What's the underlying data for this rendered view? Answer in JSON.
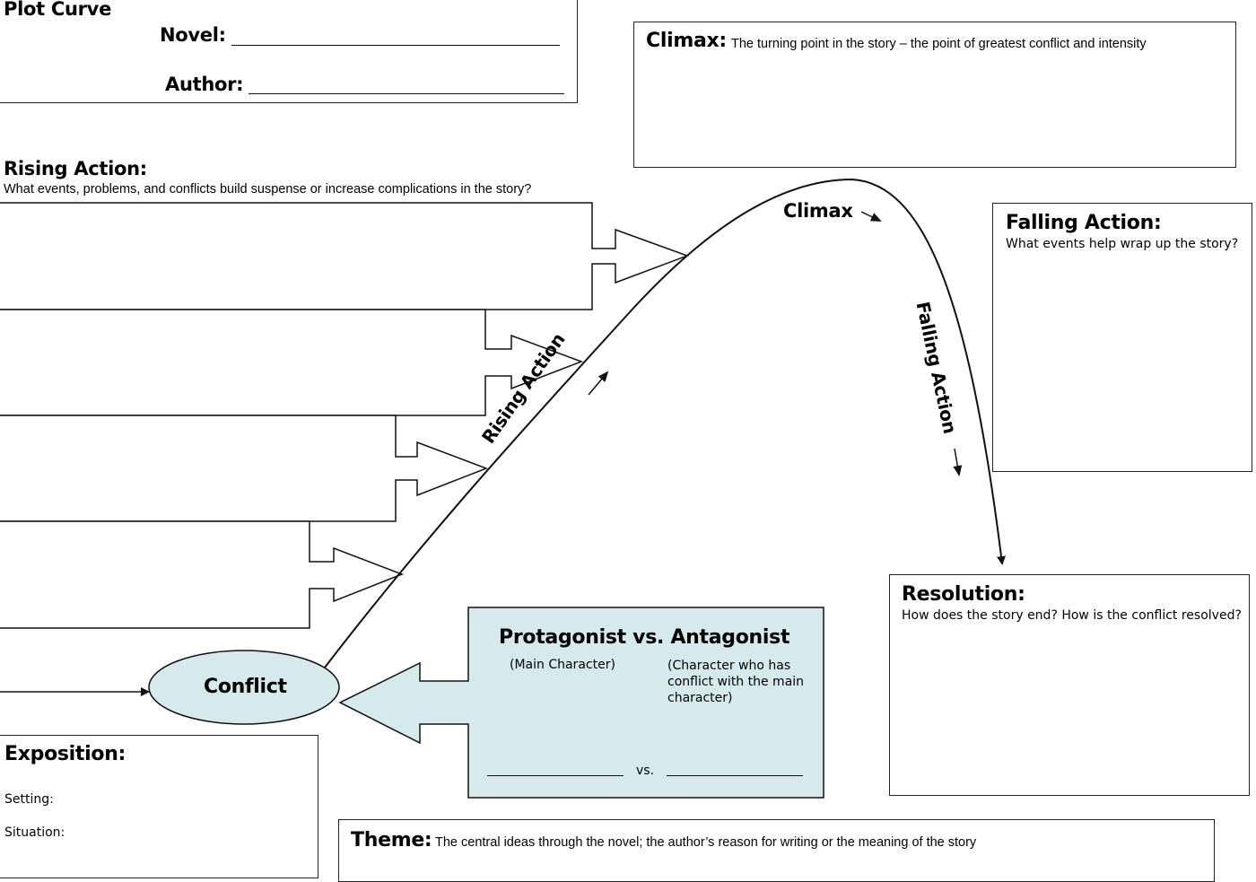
{
  "header": {
    "title": "Plot Curve",
    "novel_label": "Novel:",
    "author_label": "Author:"
  },
  "climax_box": {
    "heading": "Climax:",
    "description": "The turning point in the story – the point of greatest conflict and intensity"
  },
  "rising_action_section": {
    "heading": "Rising Action:",
    "description": "What events, problems, and conflicts build suspense or increase complications in the story?",
    "event_boxes": [
      "",
      "",
      "",
      ""
    ]
  },
  "falling_action_box": {
    "heading": "Falling Action:",
    "description": "What events help wrap up the story?"
  },
  "curve_labels": {
    "climax": "Climax",
    "rising_action": "Rising Action",
    "falling_action": "Falling Action"
  },
  "conflict": {
    "label": "Conflict"
  },
  "protagonist_box": {
    "heading": "Protagonist vs. Antagonist",
    "protagonist_hint": "(Main Character)",
    "antagonist_hint": "(Character who has conflict with the main character)",
    "vs_label": "vs."
  },
  "resolution_box": {
    "heading": "Resolution:",
    "description": "How does the story end?  How is the conflict resolved?"
  },
  "exposition_box": {
    "heading": "Exposition:",
    "setting_label": "Setting:",
    "situation_label": "Situation:"
  },
  "theme_box": {
    "heading": "Theme:",
    "description": "The central ideas through the novel; the author’s reason for writing or the meaning of the story"
  },
  "colors": {
    "accent_fill": "#d6eaee",
    "stroke": "#111111"
  }
}
